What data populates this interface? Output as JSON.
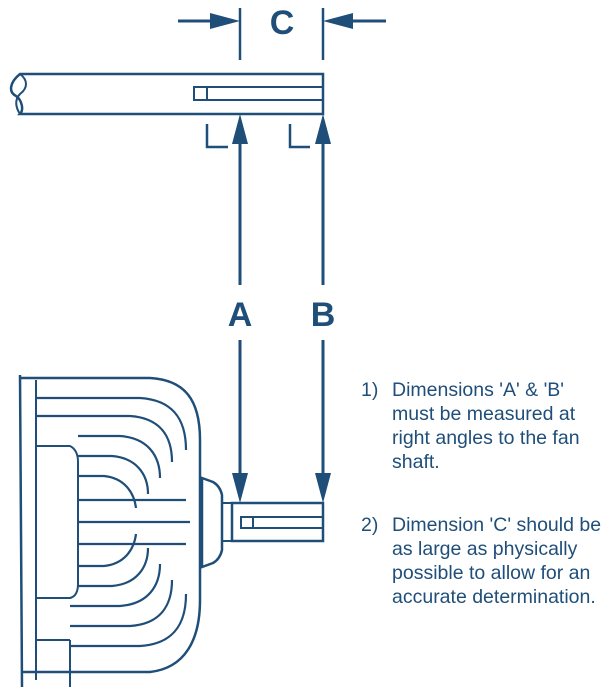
{
  "dimensions": {
    "a_label": "A",
    "b_label": "B",
    "c_label": "C"
  },
  "notes": [
    {
      "number": "1)",
      "text": "Dimensions 'A' & 'B' must be measured at right angles to the fan shaft."
    },
    {
      "number": "2)",
      "text": "Dimension 'C' should be as large as physically possible to allow for an accurate determination."
    }
  ],
  "colors": {
    "ink": "#1f4e79",
    "background": "#ffffff"
  }
}
